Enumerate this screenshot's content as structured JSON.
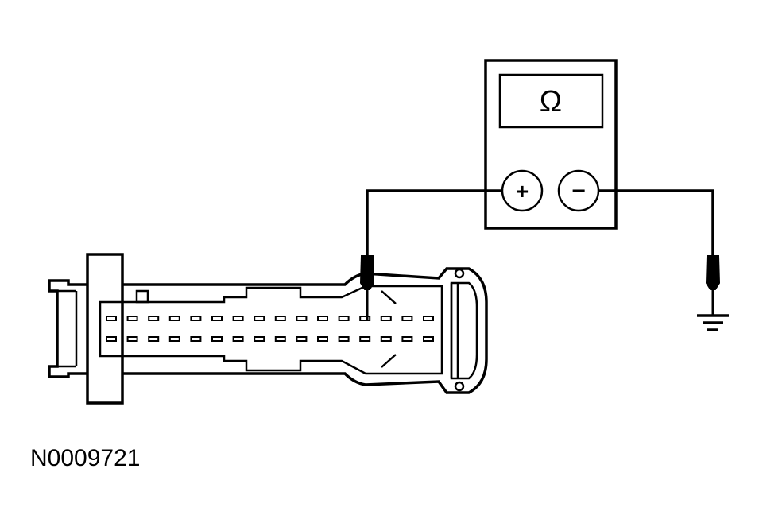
{
  "meter": {
    "display_symbol": "Ω",
    "positive_symbol": "+",
    "negative_symbol": "−"
  },
  "connector": {
    "pin_rows": 2,
    "pins_per_row": 16
  },
  "figure_id": "N0009721"
}
